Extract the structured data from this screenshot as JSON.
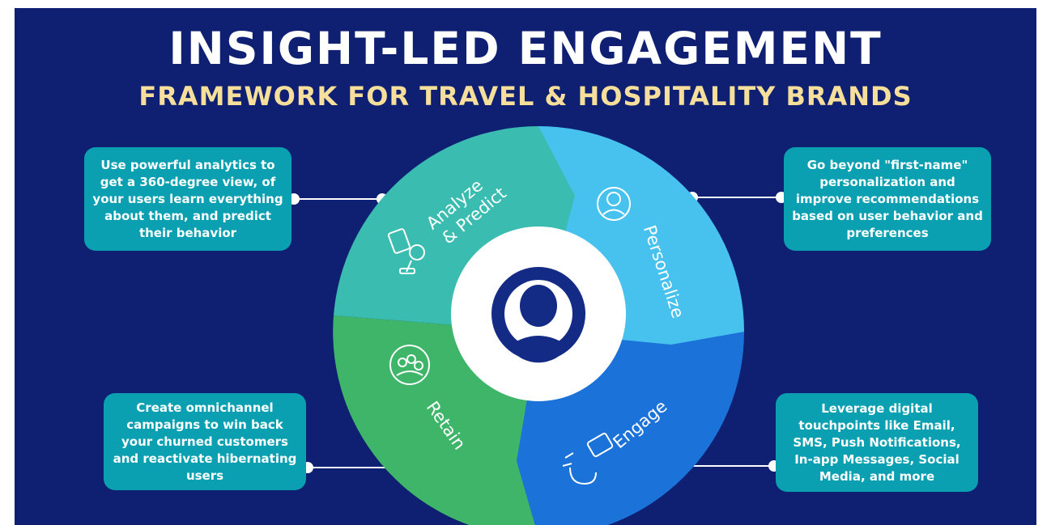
{
  "header": {
    "title": "INSIGHT-LED ENGAGEMENT",
    "subtitle": "FRAMEWORK FOR TRAVEL & HOSPITALITY BRANDS"
  },
  "colors": {
    "background": "#0f2073",
    "subtitle": "#f6df9a",
    "callout": "#0aa0b1",
    "analyze": "#3bbcb0",
    "personalize": "#47c2ef",
    "engage": "#1b72d8",
    "retain": "#3fb56a",
    "user_icon": "#132b85"
  },
  "wheel": {
    "segments": [
      {
        "label_line1": "Analyze",
        "label_line2": "& Predict",
        "icon": "analytics-icon"
      },
      {
        "label_line1": "Personalize",
        "icon": "person-profile-icon"
      },
      {
        "label_line1": "Engage",
        "icon": "magnet-engagement-icon"
      },
      {
        "label_line1": "Retain",
        "icon": "group-users-icon"
      }
    ],
    "center_icon": "user-avatar-icon"
  },
  "callouts": {
    "analyze": "Use powerful analytics to get a 360-degree view, of your users learn everything about them, and predict their behavior",
    "personalize": "Go beyond \"first-name\" personalization and improve recommendations based on user behavior and preferences",
    "retain": "Create omnichannel campaigns to win back your churned customers and reactivate hibernating users",
    "engage": "Leverage digital touchpoints like Email, SMS, Push Notifications, In-app Messages, Social Media, and more"
  }
}
